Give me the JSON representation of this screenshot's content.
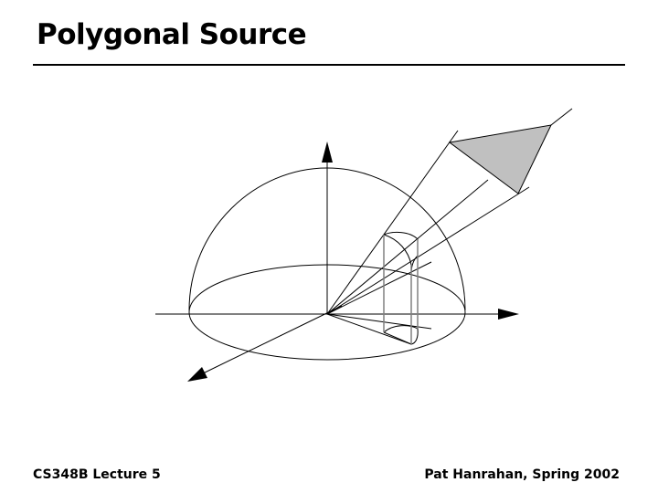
{
  "slide": {
    "title": "Polygonal Source",
    "footer_left": "CS348B Lecture 5",
    "footer_right": "Pat Hanrahan, Spring 2002"
  },
  "colors": {
    "polygon_fill": "#c0c0c0",
    "line": "#000000"
  }
}
